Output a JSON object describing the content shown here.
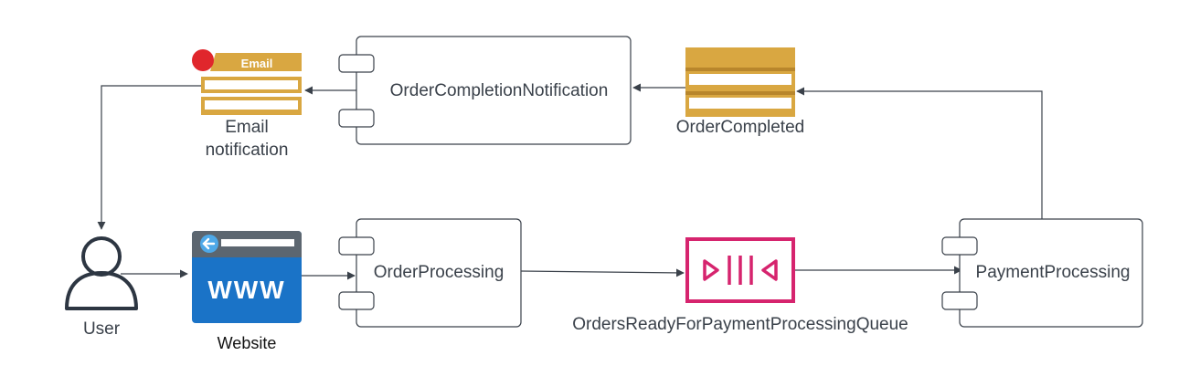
{
  "nodes": {
    "user": {
      "label": "User",
      "icon": "user-icon"
    },
    "website": {
      "label": "Website",
      "icon": "www-browser-icon",
      "icon_text": "WWW",
      "color": "#1a73c7"
    },
    "order_processing": {
      "label": "OrderProcessing"
    },
    "queue": {
      "label": "OrdersReadyForPaymentProcessingQueue",
      "icon": "queue-icon",
      "color": "#d6246e"
    },
    "payment_processing": {
      "label": "PaymentProcessing"
    },
    "order_completed": {
      "label": "OrderCompleted",
      "icon": "topic-icon",
      "color": "#d9a741"
    },
    "order_completion_notification": {
      "label": "OrderCompletionNotification"
    },
    "email_notification": {
      "label_lines": [
        "Email",
        "notification"
      ],
      "icon": "email-notification-icon",
      "badge": "Email",
      "color": "#d9a741",
      "dot_color": "#e0262c"
    }
  },
  "edges": [
    {
      "from": "user",
      "to": "website"
    },
    {
      "from": "website",
      "to": "order_processing"
    },
    {
      "from": "order_processing",
      "to": "queue"
    },
    {
      "from": "queue",
      "to": "payment_processing"
    },
    {
      "from": "payment_processing",
      "to": "order_completed"
    },
    {
      "from": "order_completed",
      "to": "order_completion_notification"
    },
    {
      "from": "order_completion_notification",
      "to": "email_notification"
    },
    {
      "from": "email_notification",
      "to": "user"
    }
  ]
}
